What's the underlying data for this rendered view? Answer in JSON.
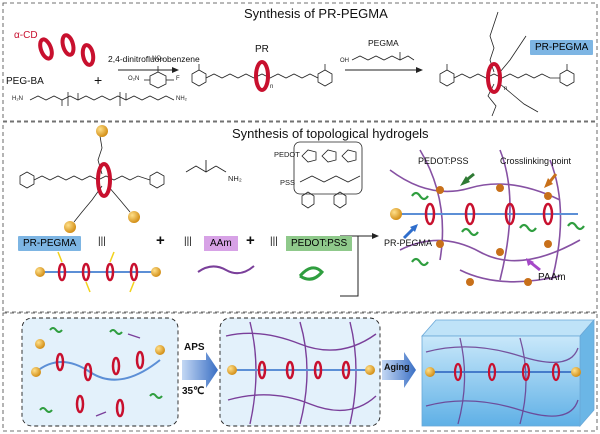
{
  "section1": {
    "title": "Synthesis of PR-PEGMA",
    "alpha_cd": "α-CD",
    "peg_ba": "PEG-BA",
    "plus": "+",
    "reagent": "2,4-dinitrofluorobenzene",
    "pr": "PR",
    "pegma": "PEGMA",
    "product_badge": "PR-PEGMA",
    "n1": "n",
    "n2": "n",
    "no2": "NO₂",
    "o2n": "O₂N",
    "f": "F",
    "h2n": "H₂N",
    "nh2": "NH₂",
    "oh": "OH"
  },
  "section2": {
    "title": "Synthesis of  topological hydrogels",
    "pedot": "PEDOT",
    "pss": "PSS",
    "nh2": "NH₂",
    "pr_pegma_badge": "PR-PEGMA",
    "aam_badge": "AAm",
    "pedotpss_badge": "PEDOT:PSS",
    "plus1": "+",
    "plus2": "+",
    "bars": "|||",
    "legend_pedotpss": "PEDOT:PSS",
    "legend_crosslink": "Crosslinking point",
    "legend_prpegma": "PR-PEGMA",
    "legend_paam": "PAAm"
  },
  "section3": {
    "aps": "APS",
    "temp": "35℃",
    "aging": "Aging"
  },
  "colors": {
    "ring_red": "#c8102e",
    "bead_orange": "#e8a020",
    "purple_chain": "#7a3f9a",
    "green_chain": "#2f9e3f",
    "gel_blue": "#8ec9ee",
    "axle_blue": "#5c8fd6"
  }
}
